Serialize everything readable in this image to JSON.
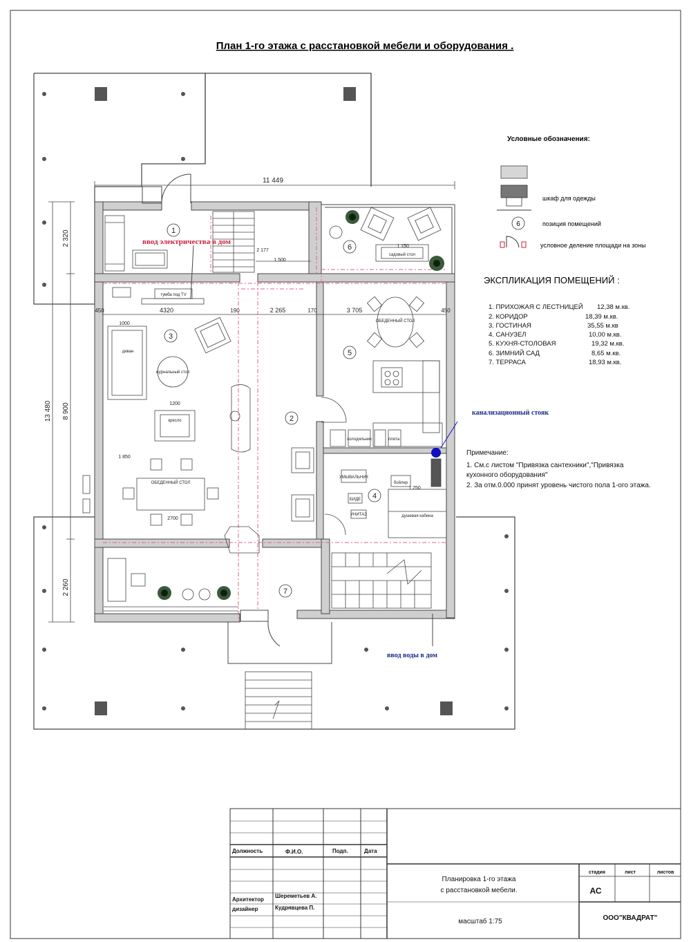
{
  "title": "План 1-го этажа с расстановкой мебели и оборудования .",
  "legend": {
    "heading": "Условные обозначения:",
    "items": [
      {
        "label": ""
      },
      {
        "label": "шкаф для одежды"
      },
      {
        "symbol": "6",
        "label": "позиция помещений"
      },
      {
        "label": "условное деление площади на зоны"
      }
    ]
  },
  "explication": {
    "heading": "ЭКСПЛИКАЦИЯ ПОМЕЩЕНИЙ :",
    "rows": [
      {
        "name": "1. ПРИХОЖАЯ С ЛЕСТНИЦЕЙ",
        "area": "12,38 м.кв."
      },
      {
        "name": "2. КОРИДОР",
        "area": "18,39 м.кв."
      },
      {
        "name": "3. ГОСТИНАЯ",
        "area": "35,55 м.кв"
      },
      {
        "name": "4. САНУЗЕЛ",
        "area": "10,00 м.кв."
      },
      {
        "name": "5. КУХНЯ-СТОЛОВАЯ",
        "area": "19,32 м.кв."
      },
      {
        "name": "6. ЗИМНИЙ САД",
        "area": "8,65 м.кв."
      },
      {
        "name": "7. ТЕРРАСА",
        "area": "18,93 м.кв."
      }
    ]
  },
  "notes": {
    "heading": "Примечание:",
    "lines": [
      "1. См.с листом \"Привязка сантехники\",\"Привязка",
      "кухонного оборудования\"",
      "2. За отм.0.000 принят уровень чистого пола 1-ого этажа."
    ]
  },
  "annotations": {
    "electric": "ввод электричества в дом",
    "sewer": "канализационный стояк",
    "water": "ввод воды в дом"
  },
  "dimensions": {
    "top_total": "11 449",
    "left_overall": "13 480",
    "left_middle": "8 900",
    "left_top": "2 320",
    "left_bottom": "2 260",
    "d450a": "450",
    "d4320": "4320",
    "d190": "190",
    "d2265": "2 265",
    "d170": "170",
    "d3705": "3 705",
    "d450b": "450",
    "d1000": "1000",
    "d2177": "2 177",
    "d1500": "1 500",
    "d1200": "1200",
    "d1850": "1 850",
    "d1150": "1 150",
    "d2700": "2700",
    "d1250": "1 250"
  },
  "room_numbers": [
    "1",
    "2",
    "3",
    "4",
    "5",
    "6",
    "7"
  ],
  "furniture": {
    "dining_living": "ОБЕДЕННЫЙ СТОЛ",
    "dining_kitchen": "ОБЕДЕННЫЙ СТОЛ",
    "sofa": "диван",
    "armchair": "кресло",
    "tv": "тумба под TV",
    "washbasin": "УМЫВАЛЬНИК",
    "bidet": "БИДЕ",
    "toilet": "УНИТАЗ",
    "shower": "душевая кабина",
    "boiler": "бойлер",
    "fridge": "холодильник",
    "stove": "плита",
    "coffee_table": "журнальный стол",
    "garden_table": "садовый стол"
  },
  "title_block": {
    "col_position": "Должность",
    "col_name": "Ф.И.О.",
    "col_sign": "Подп.",
    "col_date": "Дата",
    "role_architect": "Архитектор",
    "role_designer": "дизайнер",
    "name_architect": "Шереметьев А.",
    "name_designer": "Кудрявцева П.",
    "sheet_title_1": "Планировка 1-го этажа",
    "sheet_title_2": "с расстановкой мебели.",
    "stage_label": "стадия",
    "sheet_label": "лист",
    "sheets_label": "листов",
    "stage_value": "АС",
    "scale": "масштаб 1:75",
    "company": "ООО\"КВАДРАТ\""
  }
}
